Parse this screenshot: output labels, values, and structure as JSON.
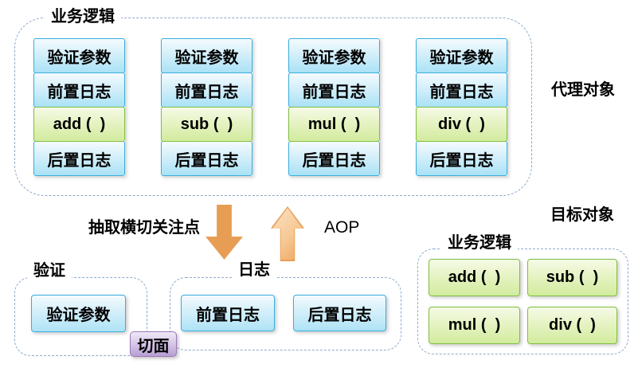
{
  "proxy_section": {
    "label": "业务逻辑",
    "side_label": "代理对象",
    "columns": [
      {
        "cells": [
          "验证参数",
          "前置日志",
          "add (  )",
          "后置日志"
        ]
      },
      {
        "cells": [
          "验证参数",
          "前置日志",
          "sub (  )",
          "后置日志"
        ]
      },
      {
        "cells": [
          "验证参数",
          "前置日志",
          "mul (  )",
          "后置日志"
        ]
      },
      {
        "cells": [
          "验证参数",
          "前置日志",
          "div (  )",
          "后置日志"
        ]
      }
    ]
  },
  "transition": {
    "extract_label": "抽取横切关注点",
    "aop_label": "AOP"
  },
  "validation_section": {
    "label": "验证",
    "box": "验证参数"
  },
  "logging_section": {
    "label": "日志",
    "boxes": [
      "前置日志",
      "后置日志"
    ]
  },
  "aspect_badge": "切面",
  "target_section": {
    "side_label": "目标对象",
    "label": "业务逻辑",
    "methods": [
      "add (  )",
      "sub (  )",
      "mul (  )",
      "div (  )"
    ]
  },
  "colors": {
    "blue_box_border": "#3aaede",
    "blue_box_fill_bottom": "#a9e2f6",
    "green_box_border": "#7fbf3f",
    "green_box_fill_bottom": "#d2eb9e",
    "arrow_orange": "#efa55c",
    "aspect_purple": "#b79fd2",
    "dashed_border": "#8ea9cc"
  }
}
